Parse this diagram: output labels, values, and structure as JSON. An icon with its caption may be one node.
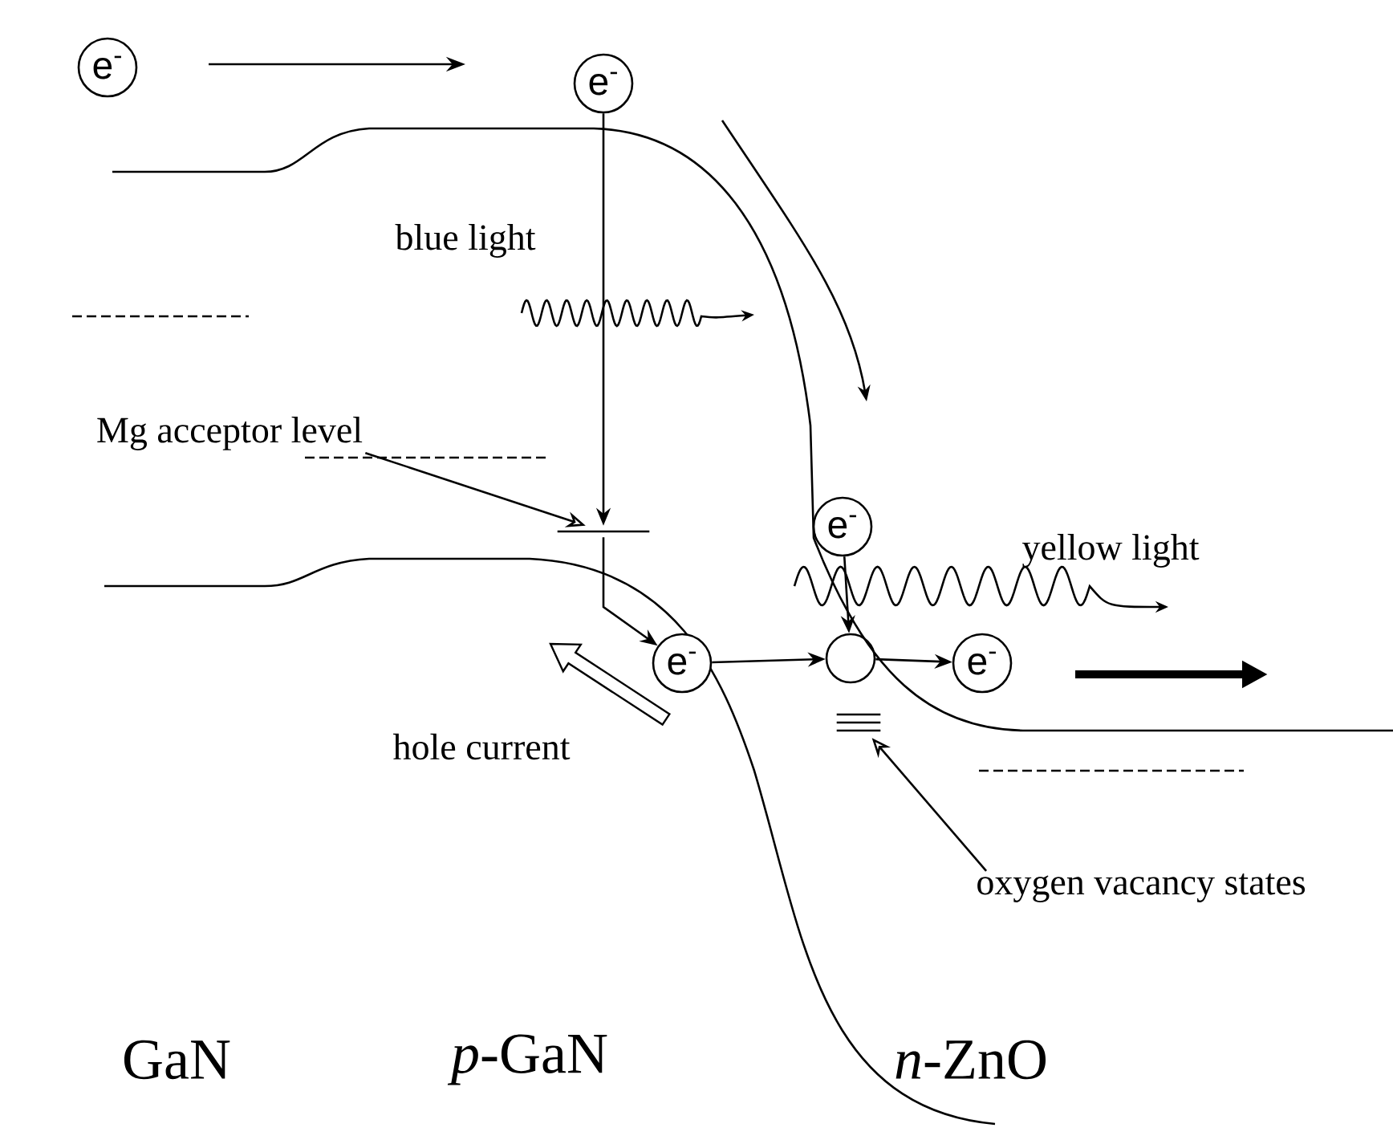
{
  "diagram": {
    "nodes": [
      {
        "text": [
          "e$^{-}$"
        ]
      },
      {
        "text": [
          "e$^{-}$"
        ]
      },
      {
        "text": [
          "Mg acceptor level"
        ]
      },
      {
        "text": [],
        "shape": "bar"
      },
      {
        "text": [
          "e$^{-}$"
        ]
      },
      {
        "text": [
          "e$^{-}$"
        ]
      },
      {
        "text": [],
        "shape": "circle"
      },
      {
        "text": [
          "e$^{-}$"
        ]
      },
      {
        "text": [],
        "shape": "bar"
      },
      {
        "text": [
          "oxygen vacancy states"
        ]
      }
    ],
    "edges": [
      {
        "from": 1,
        "to": 3,
        "arrow": "to"
      },
      {
        "from": 2,
        "to": 3,
        "arrow": "to"
      },
      {
        "from": 3,
        "to": 5,
        "arrow": "to"
      },
      {
        "from": 4,
        "to": 6,
        "arrow": "to"
      },
      {
        "from": 5,
        "to": 6,
        "arrow": "to"
      },
      {
        "from": 6,
        "to": 7,
        "arrow": "to"
      },
      {
        "from": 9,
        "to": 8,
        "arrow": "to"
      }
    ],
    "labels": [
      "blue light",
      "yellow light",
      "hole current",
      "GaN",
      "*p*-GaN",
      "*n*-ZnO"
    ]
  }
}
